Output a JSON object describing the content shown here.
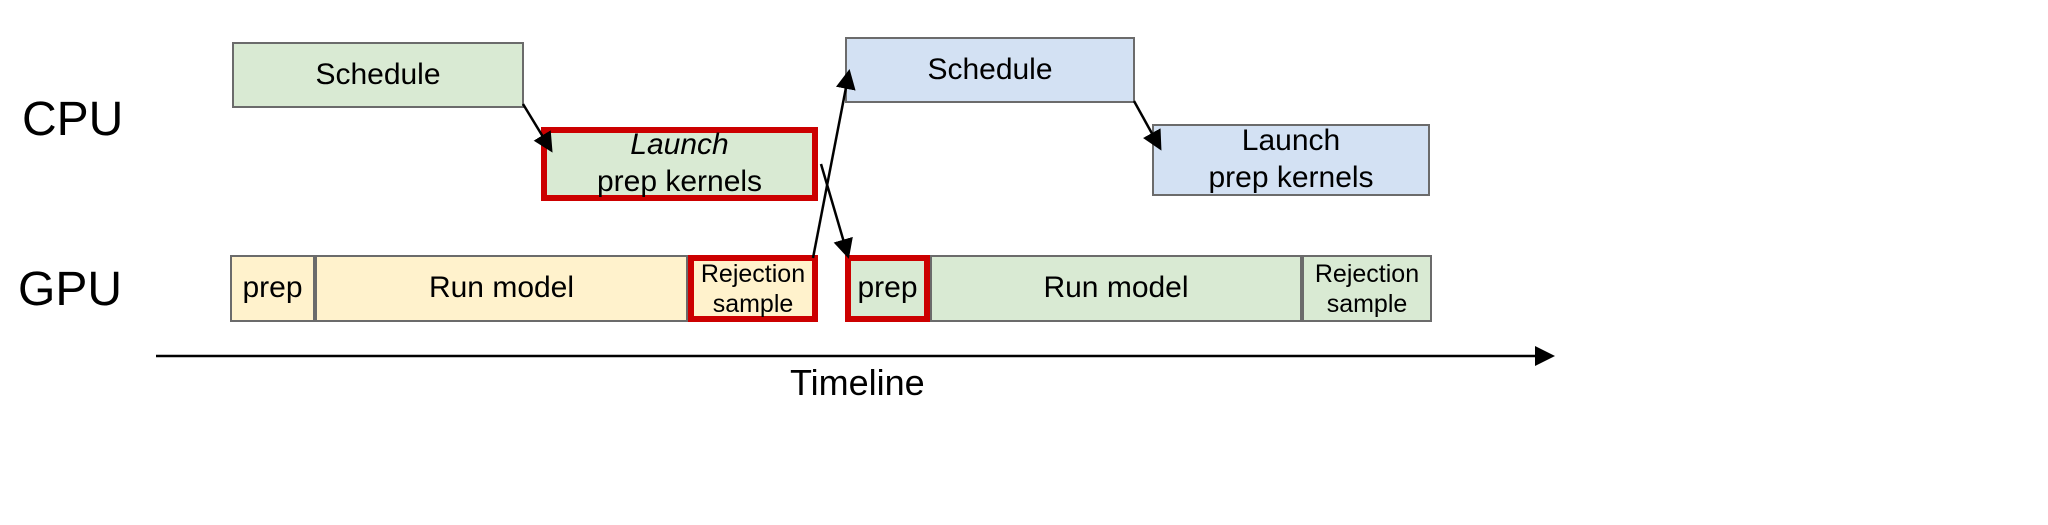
{
  "diagram": {
    "row_labels": {
      "cpu": "CPU",
      "gpu": "GPU"
    },
    "timeline_label": "Timeline",
    "cpu": {
      "iter1": {
        "schedule": "Schedule",
        "launch_line1": "Launch",
        "launch_line2": "prep kernels"
      },
      "iter2": {
        "schedule": "Schedule",
        "launch_line1": "Launch",
        "launch_line2": "prep kernels"
      }
    },
    "gpu": {
      "iter1": {
        "prep": "prep",
        "run": "Run model",
        "reject_line1": "Rejection",
        "reject_line2": "sample"
      },
      "iter2": {
        "prep": "prep",
        "run": "Run model",
        "reject_line1": "Rejection",
        "reject_line2": "sample"
      }
    },
    "colors": {
      "green_fill": "#d9ead3",
      "blue_fill": "#d3e1f3",
      "yellow_fill": "#fff2cc",
      "box_border": "#6b6b6b",
      "highlight_border": "#cc0000",
      "arrow": "#000000"
    }
  }
}
